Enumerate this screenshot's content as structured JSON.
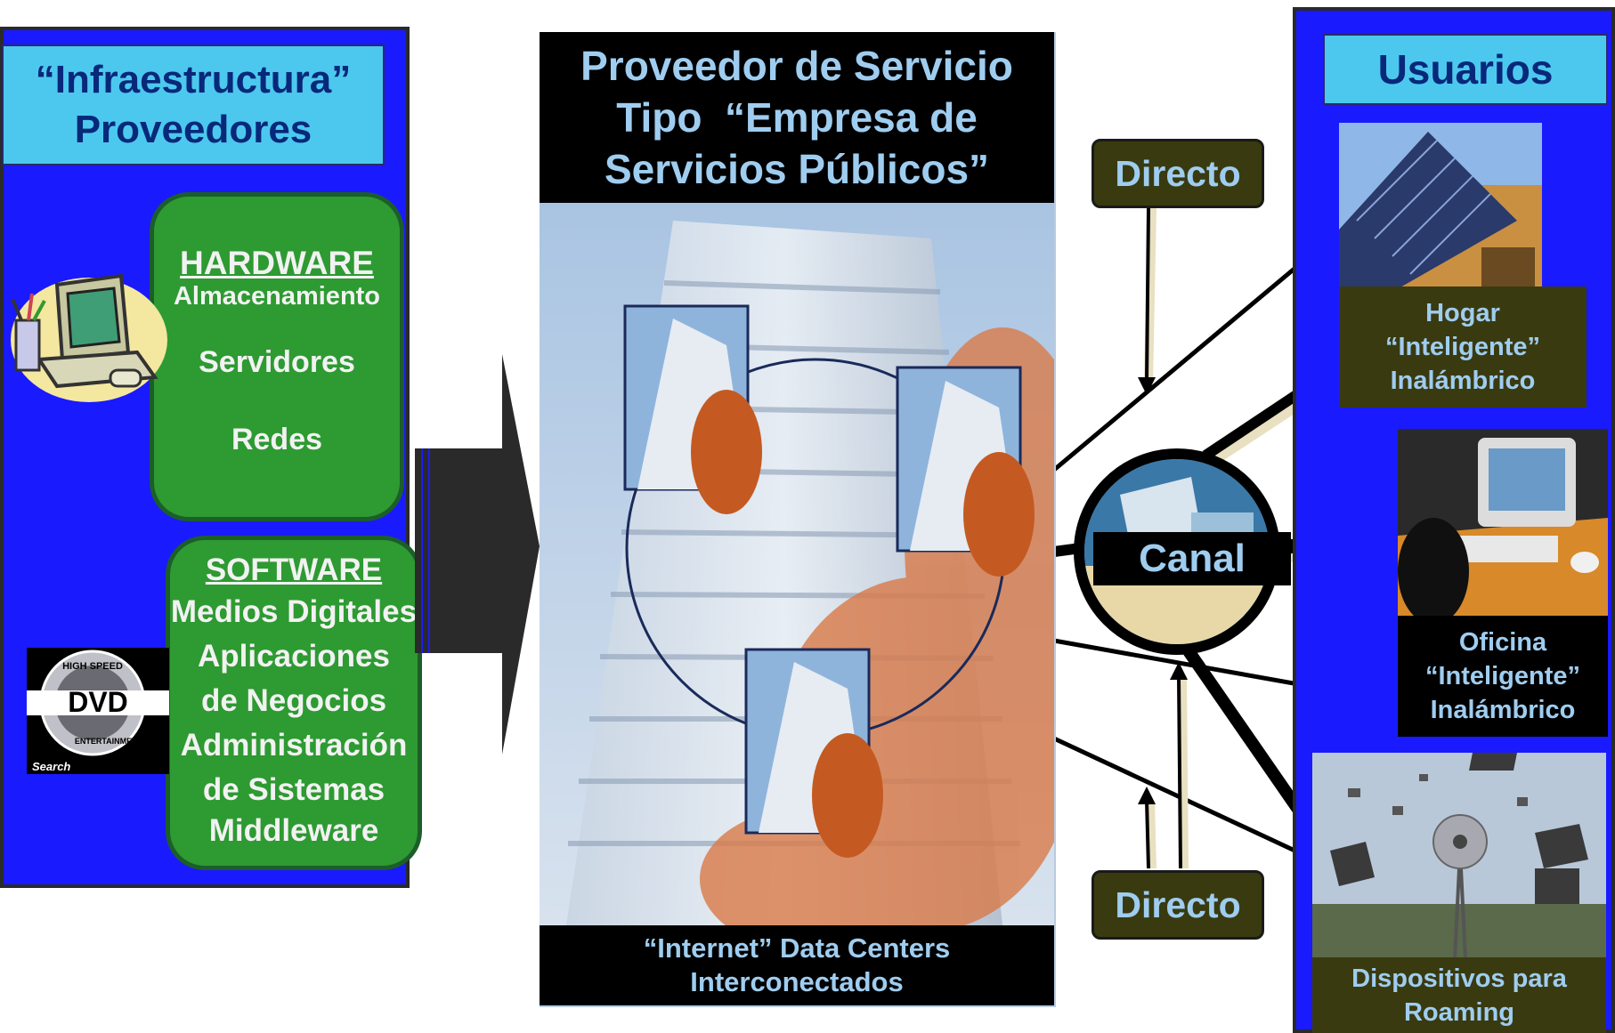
{
  "left": {
    "title_line1": "“Infraestructura”",
    "title_line2": "Proveedores",
    "hardware": {
      "heading": "HARDWARE",
      "items": [
        "Almacenamiento",
        "Servidores",
        "Redes"
      ]
    },
    "software": {
      "heading": "SOFTWARE",
      "items": [
        "Medios Digitales",
        "Aplicaciones",
        "de Negocios",
        "Administración",
        "de Sistemas",
        "Middleware"
      ]
    },
    "dvd_logo": {
      "label": "Search",
      "ring_top": "HIGH SPEED",
      "ring_bottom": "ENTERTAINMENT",
      "mark": "DVD"
    }
  },
  "center": {
    "title_line1": "Proveedor de Servicio",
    "title_line2": "Tipo  “Empresa de",
    "title_line3": "Servicios Públicos”",
    "footer_line1": "“Internet” Data Centers",
    "footer_line2": "Interconectados"
  },
  "channel": {
    "directo_top": "Directo",
    "directo_bottom": "Directo",
    "canal": "Canal"
  },
  "right": {
    "title": "Usuarios",
    "hogar": [
      "Hogar",
      "“Inteligente”",
      "Inalámbrico"
    ],
    "oficina": [
      "Oficina",
      "“Inteligente”",
      "Inalámbrico"
    ],
    "roaming": [
      "Dispositivos para",
      "Roaming"
    ]
  },
  "colors": {
    "panel_blue": "#1a1aff",
    "title_cyan": "#4cc8ee",
    "box_green": "#2e9a32",
    "label_olive": "#3a3a10",
    "label_text": "#9fcdf0"
  },
  "icons": [
    "computer-clipart-icon",
    "dvd-logo-icon",
    "right-arrow-icon",
    "office-building-photo",
    "solar-house-photo",
    "office-desk-photo",
    "windmill-laptops-photo"
  ]
}
